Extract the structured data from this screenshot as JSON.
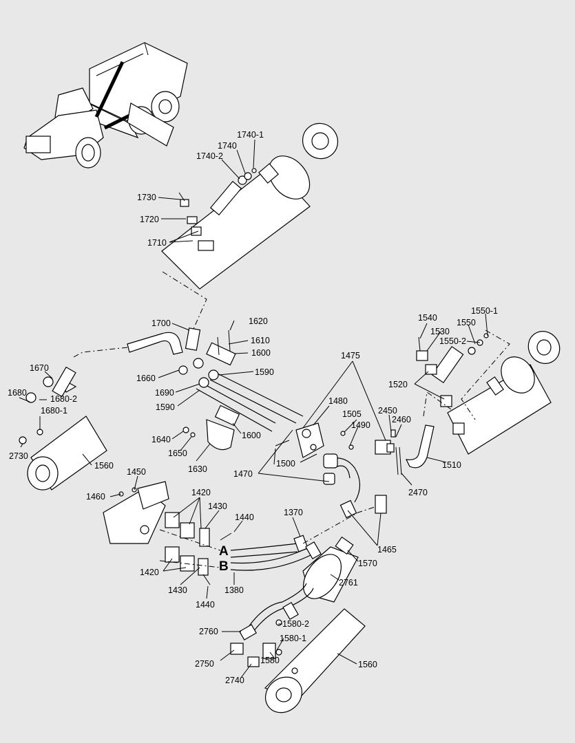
{
  "labels": {
    "l1740_1": "1740-1",
    "l1740": "1740",
    "l1740_2": "1740-2",
    "l1730": "1730",
    "l1720": "1720",
    "l1710": "1710",
    "l1700": "1700",
    "l1620": "1620",
    "l1610": "1610",
    "l1600a": "1600",
    "l1670": "1670",
    "l1660": "1660",
    "l1690": "1690",
    "l1590a": "1590",
    "l1590b": "1590",
    "l1680": "1680",
    "l1680_2": "1680-2",
    "l1680_1": "1680-1",
    "l2730": "2730",
    "l1640": "1640",
    "l1650": "1650",
    "l1630": "1630",
    "l1600b": "1600",
    "l1560a": "1560",
    "l1475": "1475",
    "l1480": "1480",
    "l1505": "1505",
    "l1490": "1490",
    "l2450": "2450",
    "l2460": "2460",
    "l1500": "1500",
    "l1470": "1470",
    "l2470": "2470",
    "l1540": "1540",
    "l1530": "1530",
    "l1550": "1550",
    "l1550_1": "1550-1",
    "l1550_2": "1550-2",
    "l1520": "1520",
    "l1510": "1510",
    "l1450": "1450",
    "l1460": "1460",
    "l1420a": "1420",
    "l1430a": "1430",
    "l1440a": "1440",
    "l1370": "1370",
    "l1465": "1465",
    "l1570": "1570",
    "l2761": "2761",
    "l1420b": "1420",
    "l1430b": "1430",
    "l1380": "1380",
    "l1440b": "1440",
    "l2760": "2760",
    "l1580_2": "1580-2",
    "l1580_1": "1580-1",
    "l1580": "1580",
    "l2750": "2750",
    "l2740": "2740",
    "l1560b": "1560",
    "markA": "A",
    "markB": "B"
  }
}
